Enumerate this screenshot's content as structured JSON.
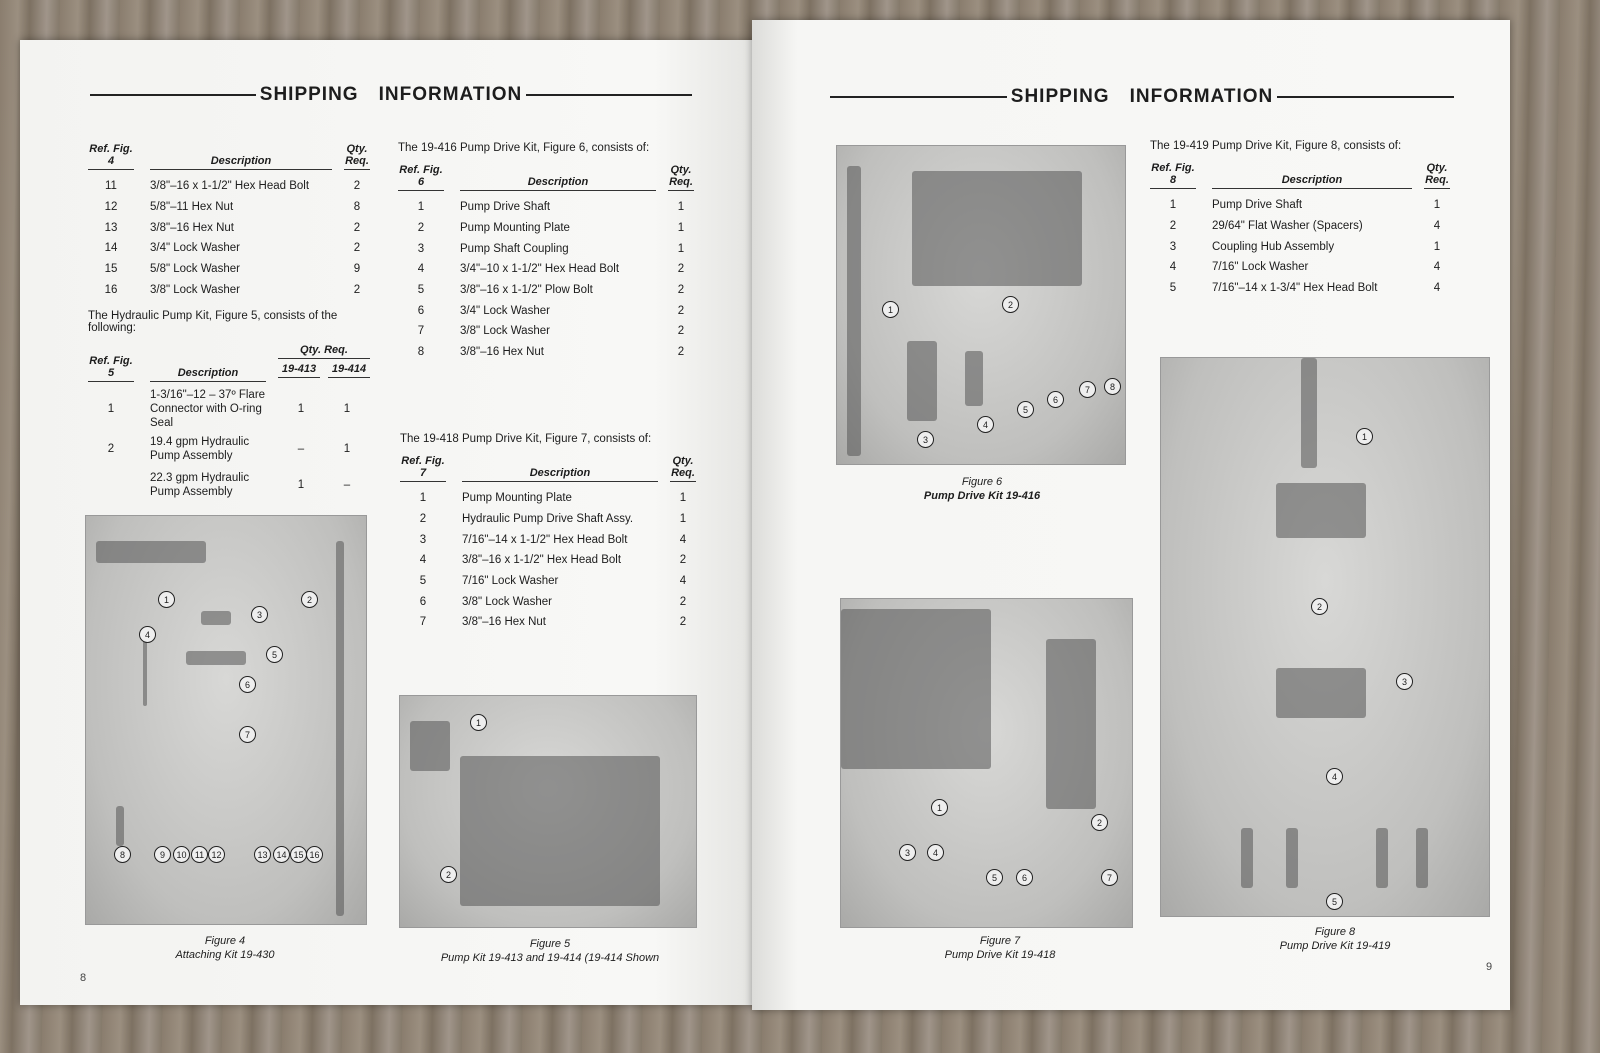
{
  "header": {
    "title_left": "SHIPPING",
    "title_right": "INFORMATION"
  },
  "fig4_table": {
    "ref": "Ref. Fig.",
    "ref_num": "4",
    "desc": "Description",
    "qty": "Qty. Req.",
    "rows": [
      [
        "11",
        "3/8\"–16 x 1-1/2\" Hex Head Bolt",
        "2"
      ],
      [
        "12",
        "5/8\"–11 Hex Nut",
        "8"
      ],
      [
        "13",
        "3/8\"–16 Hex Nut",
        "2"
      ],
      [
        "14",
        "3/4\" Lock Washer",
        "2"
      ],
      [
        "15",
        "5/8\" Lock Washer",
        "9"
      ],
      [
        "16",
        "3/8\" Lock Washer",
        "2"
      ]
    ]
  },
  "fig5_table": {
    "intro": "The Hydraulic Pump Kit, Figure 5, consists of the following:",
    "ref": "Ref. Fig.",
    "ref_num": "5",
    "desc": "Description",
    "qty": "Qty. Req.",
    "col1": "19-413",
    "col2": "19-414",
    "rows": [
      [
        "1",
        "1-3/16\"–12 – 37º Flare Connector with O-ring Seal",
        "1",
        "1"
      ],
      [
        "2",
        "19.4 gpm Hydraulic Pump Assembly",
        "–",
        "1"
      ],
      [
        "",
        "22.3 gpm Hydraulic Pump Assembly",
        "1",
        "–"
      ]
    ]
  },
  "fig6_table": {
    "intro": "The 19-416 Pump Drive Kit, Figure 6, consists of:",
    "ref": "Ref. Fig.",
    "ref_num": "6",
    "desc": "Description",
    "qty": "Qty. Req.",
    "rows": [
      [
        "1",
        "Pump Drive Shaft",
        "1"
      ],
      [
        "2",
        "Pump Mounting Plate",
        "1"
      ],
      [
        "3",
        "Pump Shaft Coupling",
        "1"
      ],
      [
        "4",
        "3/4\"–10 x 1-1/2\" Hex Head Bolt",
        "2"
      ],
      [
        "5",
        "3/8\"–16 x 1-1/2\" Plow Bolt",
        "2"
      ],
      [
        "6",
        "3/4\" Lock Washer",
        "2"
      ],
      [
        "7",
        "3/8\" Lock Washer",
        "2"
      ],
      [
        "8",
        "3/8\"–16 Hex Nut",
        "2"
      ]
    ]
  },
  "fig7_table": {
    "intro": "The 19-418 Pump Drive Kit, Figure 7, consists of:",
    "ref": "Ref. Fig.",
    "ref_num": "7",
    "desc": "Description",
    "qty": "Qty. Req.",
    "rows": [
      [
        "1",
        "Pump Mounting Plate",
        "1"
      ],
      [
        "2",
        "Hydraulic Pump Drive Shaft Assy.",
        "1"
      ],
      [
        "3",
        "7/16\"–14 x 1-1/2\" Hex Head Bolt",
        "4"
      ],
      [
        "4",
        "3/8\"–16 x 1-1/2\" Hex Head Bolt",
        "2"
      ],
      [
        "5",
        "7/16\" Lock Washer",
        "4"
      ],
      [
        "6",
        "3/8\" Lock Washer",
        "2"
      ],
      [
        "7",
        "3/8\"–16 Hex Nut",
        "2"
      ]
    ]
  },
  "fig8_table": {
    "intro": "The 19-419 Pump Drive Kit, Figure 8, consists of:",
    "ref": "Ref. Fig.",
    "ref_num": "8",
    "desc": "Description",
    "qty": "Qty. Req.",
    "rows": [
      [
        "1",
        "Pump Drive Shaft",
        "1"
      ],
      [
        "2",
        "29/64\" Flat Washer (Spacers)",
        "4"
      ],
      [
        "3",
        "Coupling Hub Assembly",
        "1"
      ],
      [
        "4",
        "7/16\" Lock Washer",
        "4"
      ],
      [
        "5",
        "7/16\"–14 x 1-3/4\" Hex Head Bolt",
        "4"
      ]
    ]
  },
  "captions": {
    "fig4": {
      "title": "Figure 4",
      "sub": "Attaching Kit 19-430"
    },
    "fig5": {
      "title": "Figure 5",
      "sub": "Pump Kit 19-413 and 19-414 (19-414 Shown"
    },
    "fig6": {
      "title": "Figure 6",
      "sub": "Pump Drive Kit 19-416"
    },
    "fig7": {
      "title": "Figure 7",
      "sub": "Pump Drive Kit 19-418"
    },
    "fig8": {
      "title": "Figure 8",
      "sub": "Pump Drive Kit 19-419"
    }
  },
  "callouts": {
    "fig4": [
      "1",
      "2",
      "3",
      "4",
      "5",
      "6",
      "7",
      "8",
      "9",
      "10",
      "11",
      "12",
      "13",
      "14",
      "15",
      "16"
    ],
    "fig5": [
      "1",
      "2"
    ],
    "fig6": [
      "1",
      "2",
      "3",
      "4",
      "5",
      "6",
      "7",
      "8"
    ],
    "fig7": [
      "1",
      "2",
      "3",
      "4",
      "5",
      "6",
      "7"
    ],
    "fig8": [
      "1",
      "2",
      "3",
      "4",
      "5"
    ]
  },
  "page_numbers": {
    "left": "8",
    "right": "9"
  }
}
